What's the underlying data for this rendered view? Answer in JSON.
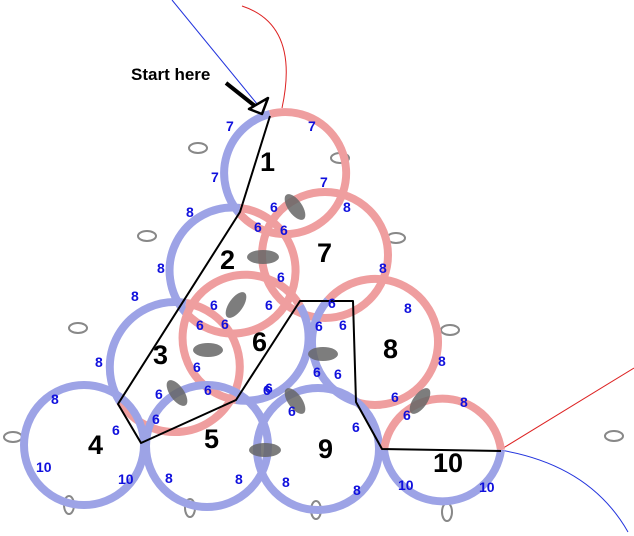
{
  "start_label": "Start here",
  "colors": {
    "blue_ring": "#9da3e6",
    "red_ring": "#ef9e9f",
    "count_text": "#1010dd",
    "path_line": "#000000",
    "thread_blue": "#2233dd",
    "thread_red": "#dd2222",
    "join_fill": "#666666",
    "picot_stroke": "#888888"
  },
  "rings": [
    {
      "number": "1",
      "color": "blue_red",
      "counts": [
        "7",
        "7",
        "7",
        "7"
      ]
    },
    {
      "number": "2",
      "color": "blue_red",
      "counts": [
        "8",
        "8",
        "6",
        "6"
      ]
    },
    {
      "number": "7",
      "color": "red",
      "counts": [
        "6",
        "8",
        "6",
        "8"
      ]
    },
    {
      "number": "3",
      "color": "blue_red",
      "counts": [
        "8",
        "8",
        "6",
        "6"
      ]
    },
    {
      "number": "6",
      "color": "red_blue",
      "counts": [
        "6",
        "6",
        "6",
        "6",
        "6",
        "6"
      ]
    },
    {
      "number": "8",
      "color": "red_blue",
      "counts": [
        "6",
        "8",
        "8",
        "6"
      ]
    },
    {
      "number": "4",
      "color": "blue",
      "counts": [
        "8",
        "6",
        "10",
        "10"
      ]
    },
    {
      "number": "5",
      "color": "blue",
      "counts": [
        "6",
        "6",
        "8",
        "8"
      ]
    },
    {
      "number": "9",
      "color": "blue",
      "counts": [
        "6",
        "6",
        "8",
        "8"
      ]
    },
    {
      "number": "10",
      "color": "blue_red",
      "counts": [
        "6",
        "8",
        "10",
        "10"
      ]
    }
  ]
}
